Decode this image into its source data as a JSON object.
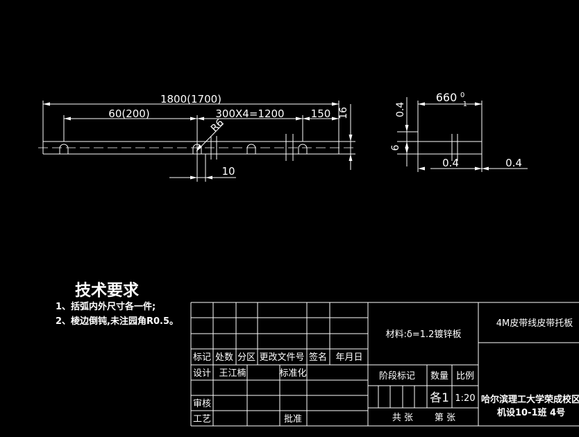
{
  "drawing": {
    "front_view": {
      "dim_total": "1800(1700)",
      "dim_first": "60(200)",
      "dim_pitch": "300X4=1200",
      "dim_last": "150",
      "dim_height": "16",
      "dim_radius": "R6",
      "dim_slot": "10"
    },
    "side_view": {
      "dim_width": "660",
      "tol_upper": "0",
      "tol_lower": "-1",
      "dim_top": "0.4",
      "dim_left": "6",
      "dim_bottom1": "0.4",
      "dim_bottom2": "0.4"
    }
  },
  "tech": {
    "title": "技术要求",
    "line1": "1、括弧内外尺寸各一件;",
    "line2": "2、棱边倒钝,未注园角R0.5。"
  },
  "titleblock": {
    "material": "材料:δ=1.2镀锌板",
    "part_name": "4M皮带线皮带托板",
    "h_mark": "标记",
    "h_count": "处数",
    "h_zone": "分区",
    "h_docno": "更改文件号",
    "h_sign": "签名",
    "h_date": "年月日",
    "designer_label": "设计",
    "designer": "王江楠",
    "standard_label": "标准化",
    "stage_label": "阶段标记",
    "qty_label": "数量",
    "scale_label": "比例",
    "qty": "各1",
    "scale": "1:20",
    "review_label": "审核",
    "process_label": "工艺",
    "approve_label": "批准",
    "sheets_total": "共 张",
    "sheet_no": "第 张",
    "school": "哈尔滨理工大学荣成校区",
    "class_info": "机设10-1班  4号"
  }
}
